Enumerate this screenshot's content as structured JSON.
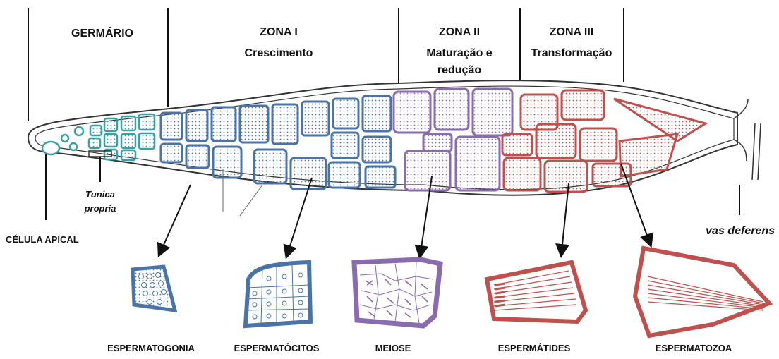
{
  "zones": {
    "germario": "GERMÁRIO",
    "zona1": {
      "title": "ZONA I",
      "subtitle": "Crescimento"
    },
    "zona2": {
      "title": "ZONA II",
      "subtitle_line1": "Maturação e",
      "subtitle_line2": "redução"
    },
    "zona3": {
      "title": "ZONA III",
      "subtitle": "Transformação"
    }
  },
  "structures": {
    "celula_apical": "CÉLULA APICAL",
    "tunica_line1": "Tunica",
    "tunica_line2": "propria",
    "vas_deferens": "vas deferens"
  },
  "stages": [
    {
      "label": "ESPERMATOGONIA"
    },
    {
      "label": "ESPERMATÓCITOS"
    },
    {
      "label": "MEIOSE"
    },
    {
      "label": "ESPERMÁTIDES"
    },
    {
      "label": "ESPERMATOZOA"
    }
  ],
  "colors": {
    "teal": "#3a9fa6",
    "blue": "#4a73a8",
    "purple": "#8a6bb0",
    "red": "#c0504d",
    "outline": "#333333"
  }
}
